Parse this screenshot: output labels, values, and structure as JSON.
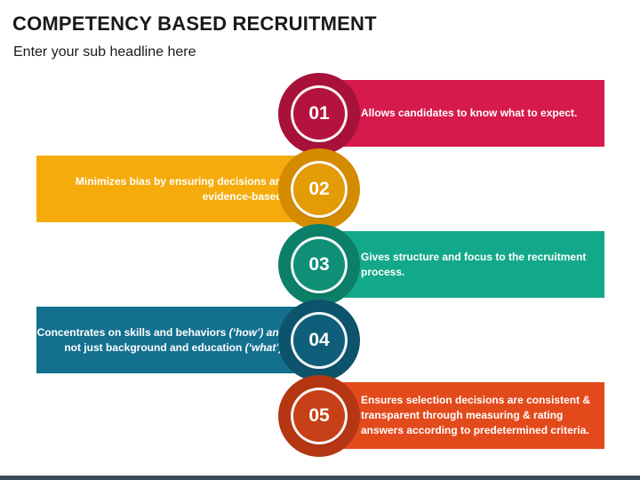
{
  "header": {
    "title": "COMPETENCY BASED RECRUITMENT",
    "subtitle": "Enter your sub headline here"
  },
  "steps": [
    {
      "number": "01",
      "color": "#d61a4b",
      "ring_color": "#a8123a",
      "side": "right",
      "text": "Allows candidates to know what to expect."
    },
    {
      "number": "02",
      "color": "#f5ab0c",
      "ring_color": "#d48b00",
      "side": "left",
      "text": "Minimizes bias by ensuring decisions are evidence-based."
    },
    {
      "number": "03",
      "color": "#14a88a",
      "ring_color": "#0c7f68",
      "side": "right",
      "text": "Gives structure and focus to the recruitment process."
    },
    {
      "number": "04",
      "color": "#13708f",
      "ring_color": "#0d536b",
      "side": "left",
      "text_pre": "Concentrates on skills and behaviors ",
      "text_em1": "(‘how’) and",
      "text_mid": " not just background and education ",
      "text_em2": "(‘what’)",
      "text_post": "."
    },
    {
      "number": "05",
      "color": "#e24a1c",
      "ring_color": "#b53612",
      "side": "right",
      "text": "Ensures selection decisions are consistent & transparent through measuring & rating answers according to predetermined criteria."
    }
  ]
}
